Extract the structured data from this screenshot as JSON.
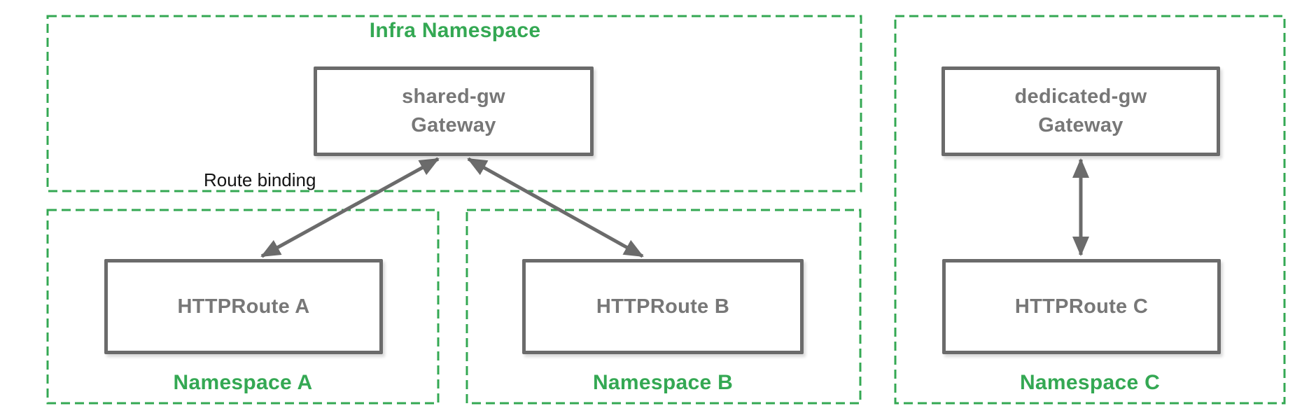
{
  "diagram": {
    "infra_namespace": {
      "title": "Infra Namespace",
      "gateway": {
        "label_line1": "shared-gw",
        "label_line2": "Gateway"
      }
    },
    "namespace_a": {
      "title": "Namespace A",
      "route": "HTTPRoute A"
    },
    "namespace_b": {
      "title": "Namespace B",
      "route": "HTTPRoute B"
    },
    "namespace_c": {
      "title": "Namespace C",
      "gateway": {
        "label_line1": "dedicated-gw",
        "label_line2": "Gateway"
      },
      "route": "HTTPRoute C"
    },
    "route_binding_label": "Route binding",
    "edges": [
      {
        "from": "HTTPRoute A",
        "to": "shared-gw Gateway",
        "style": "bidirectional-arrow",
        "annotation": "Route binding"
      },
      {
        "from": "HTTPRoute B",
        "to": "shared-gw Gateway",
        "style": "bidirectional-arrow"
      },
      {
        "from": "HTTPRoute C",
        "to": "dedicated-gw Gateway",
        "style": "bidirectional-arrow"
      }
    ],
    "colors": {
      "namespace_green": "#34a853",
      "node_border_gray": "#6b6b6b",
      "node_text_gray": "#777777",
      "annotation_black": "#141414",
      "background": "#ffffff"
    }
  }
}
